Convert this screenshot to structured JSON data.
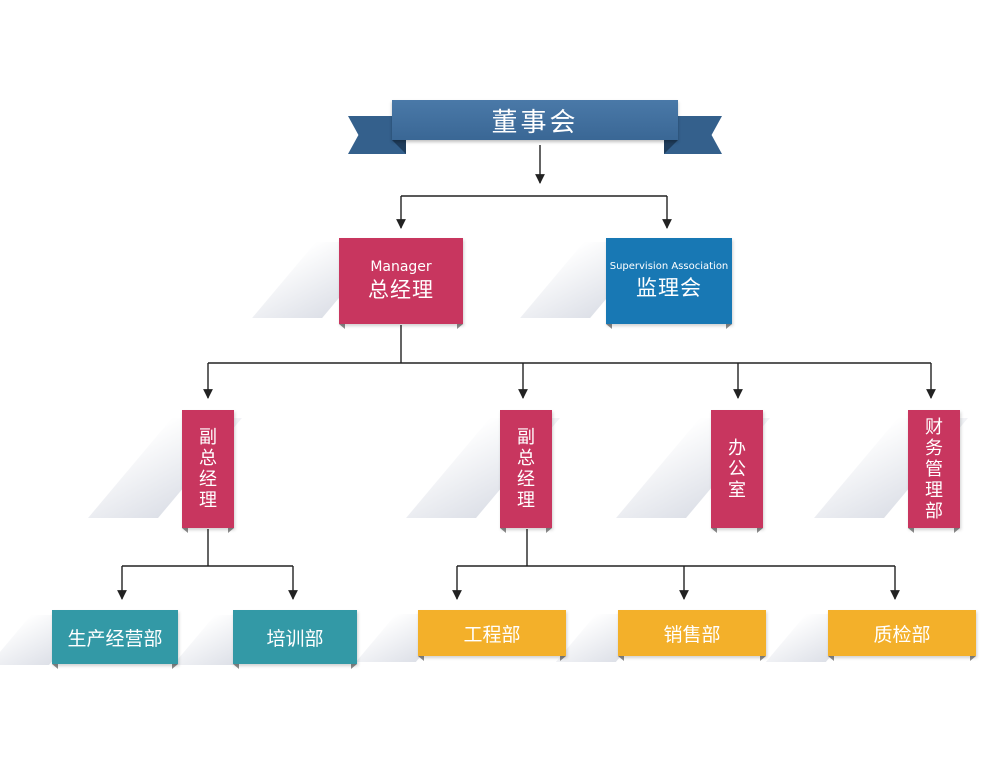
{
  "board": {
    "label": "董事会"
  },
  "manager": {
    "label_en": "Manager",
    "label_zh": "总经理"
  },
  "supervision": {
    "label_en": "Supervision Association",
    "label_zh": "监理会"
  },
  "vp1": {
    "label": "副总经理"
  },
  "vp2": {
    "label": "副总经理"
  },
  "office": {
    "label": "办公室"
  },
  "finance": {
    "label": "财务管理部"
  },
  "production": {
    "label": "生产经营部"
  },
  "training": {
    "label": "培训部"
  },
  "engineering": {
    "label": "工程部"
  },
  "sales": {
    "label": "销售部"
  },
  "quality": {
    "label": "质检部"
  },
  "colors": {
    "board": "#3e6a98",
    "magenta": "#c8365f",
    "blue": "#1878b4",
    "teal": "#3399a6",
    "gold": "#f3b02a",
    "connector": "#222222"
  }
}
